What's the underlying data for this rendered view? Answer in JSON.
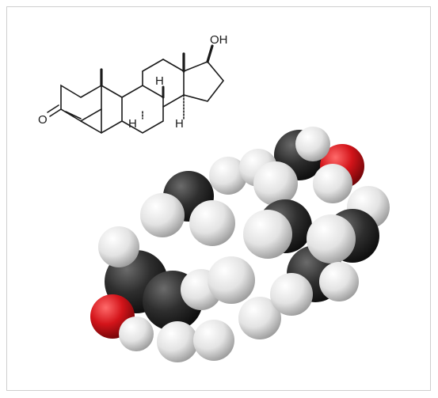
{
  "structure": {
    "labels": {
      "oh": "OH",
      "o": "O",
      "h_upper": "H",
      "h_lower_left": "H",
      "h_lower_right": "H"
    }
  },
  "space_filling_model": {
    "atom_colors": {
      "carbon": "#2c2c2c",
      "hydrogen": "#e6e6e6",
      "oxygen": "#d8171c"
    }
  }
}
